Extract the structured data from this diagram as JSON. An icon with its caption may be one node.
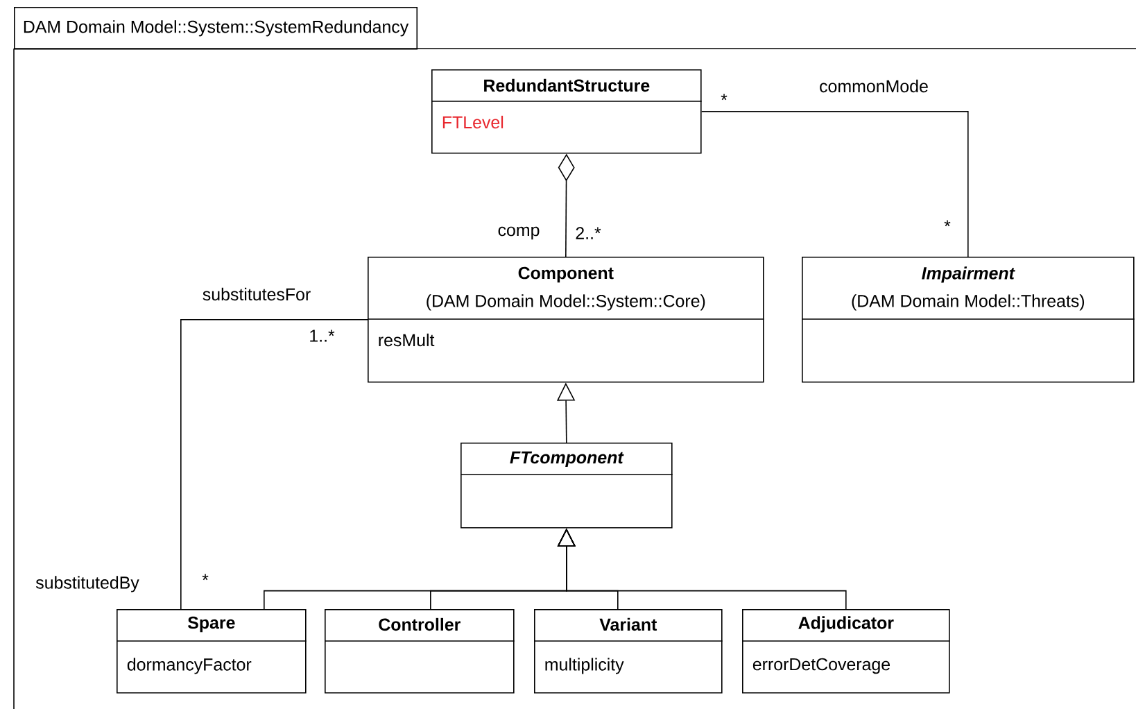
{
  "diagram": {
    "nodes": [
      {
        "text": [
          "DAM Domain Model::System::SystemRedundancy"
        ]
      },
      {
        "text": [
          "RedundantStructure",
          "FTLevel"
        ],
        "in": 0
      },
      {
        "text": [
          "Component",
          "(DAM Domain Model::System::Core)",
          "resMult"
        ],
        "in": 0
      },
      {
        "text": [
          "Impairment",
          "(DAM Domain Model::Threats)"
        ],
        "in": 0
      },
      {
        "text": [
          "FTcomponent"
        ],
        "in": 0
      },
      {
        "text": [
          "Spare",
          "dormancyFactor"
        ],
        "in": 0
      },
      {
        "text": [
          "Controller"
        ],
        "in": 0
      },
      {
        "text": [
          "Variant",
          "multiplicity"
        ],
        "in": 0
      },
      {
        "text": [
          "Adjudicator",
          "errorDetCoverage"
        ],
        "in": 0
      }
    ],
    "edges": [
      {
        "from": 2,
        "to": 1,
        "arrow": "other"
      },
      {
        "from": 1,
        "to": 3,
        "arrow": "none"
      },
      {
        "from": 4,
        "to": 2,
        "arrow": "to"
      },
      {
        "from": 5,
        "to": 4,
        "arrow": "to"
      },
      {
        "from": 6,
        "to": 4,
        "arrow": "to"
      },
      {
        "from": 7,
        "to": 4,
        "arrow": "to"
      },
      {
        "from": 8,
        "to": 4,
        "arrow": "to"
      },
      {
        "from": 2,
        "to": 5,
        "arrow": "none"
      }
    ],
    "labels": [
      "*",
      "commonMode",
      "comp",
      "2..*",
      "*",
      "substitutesFor",
      "1..*",
      "substitutedBy",
      "*"
    ]
  }
}
